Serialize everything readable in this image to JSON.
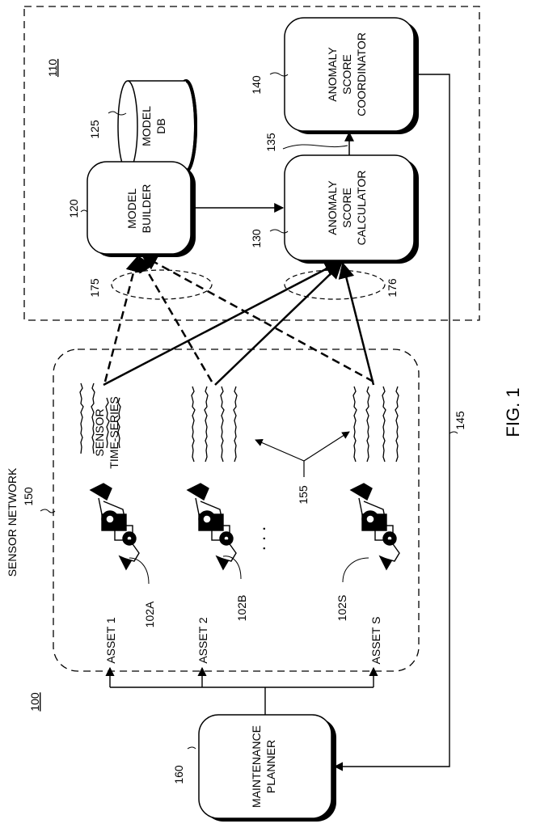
{
  "figure": {
    "caption": "FIG. 1",
    "ref_system": "100",
    "ref_platform": "110",
    "sensor_network": {
      "label": "SENSOR NETWORK",
      "ref": "150"
    },
    "assets": [
      {
        "label": "ASSET 1",
        "ref": "102A"
      },
      {
        "label": "ASSET 2",
        "ref": "102B"
      },
      {
        "label": "ASSET S",
        "ref": "102S"
      }
    ],
    "ellipsis": ". . .",
    "sensor_time_series": {
      "line1": "SENSOR",
      "line2": "TIME-SERIES",
      "ref": "155"
    },
    "model_builder": {
      "line1": "MODEL",
      "line2": "BUILDER",
      "ref": "120"
    },
    "model_db": {
      "line1": "MODEL",
      "line2": "DB",
      "ref": "125"
    },
    "anomaly_score_calculator": {
      "line1": "ANOMALY",
      "line2": "SCORE",
      "line3": "CALCULATOR",
      "ref": "130"
    },
    "anomaly_score_coordinator": {
      "line1": "ANOMALY",
      "line2": "SCORE",
      "line3": "COORDINATOR",
      "ref": "140"
    },
    "maintenance_planner": {
      "line1": "MAINTENANCE",
      "line2": "PLANNER",
      "ref": "160"
    },
    "ref_scores_link": "135",
    "ref_feedback_link": "145",
    "ref_group_dashed": "175",
    "ref_group_solid": "176"
  }
}
